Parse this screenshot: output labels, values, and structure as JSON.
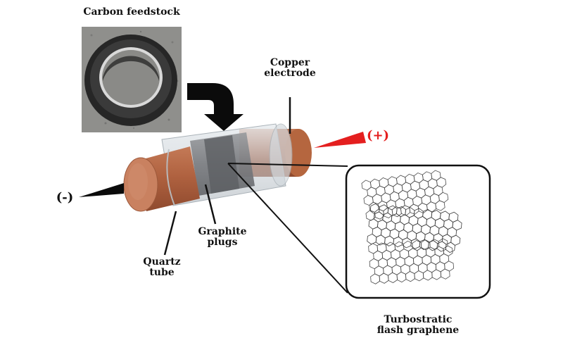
{
  "labels": {
    "feedstock": "Carbon feedstock",
    "copper_line1": "Copper",
    "copper_line2": "electrode",
    "plus": "(+)",
    "minus": "(-)",
    "graphite_line1": "Graphite",
    "graphite_line2": "plugs",
    "quartz_line1": "Quartz",
    "quartz_line2": "tube",
    "graphene_line1": "Turbostratic",
    "graphene_line2": "flash graphene"
  },
  "colors": {
    "copper": "#b56a48",
    "copper_end": "#c98160",
    "quartz": "#cfd6dc",
    "graphite": "#7c7e82",
    "positive": "#e41f1f",
    "negative": "#111111"
  },
  "icons": {
    "feedstock": "tire-photo",
    "arrow": "curved-arrow-icon",
    "positive_terminal": "red-wedge-icon",
    "negative_terminal": "black-wedge-icon",
    "graphene": "hexagonal-lattice-icon"
  }
}
